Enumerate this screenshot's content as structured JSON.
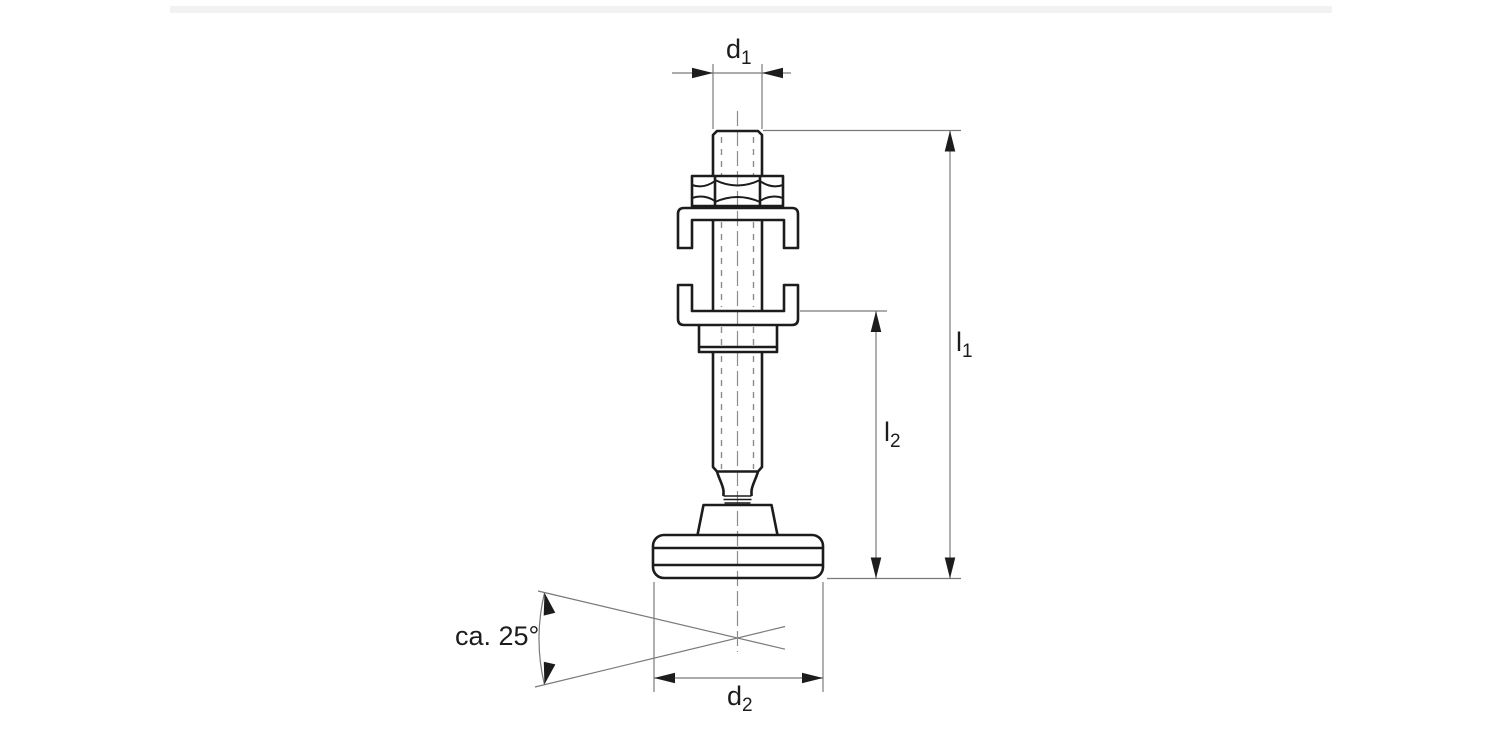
{
  "drawing": {
    "labels": {
      "d1": {
        "main": "d",
        "sub": "1"
      },
      "l1": {
        "main": "l",
        "sub": "1"
      },
      "l2": {
        "main": "l",
        "sub": "2"
      },
      "d2": {
        "main": "d",
        "sub": "2"
      },
      "angle": "ca. 25°"
    },
    "colors": {
      "outline": "#1c1c1c",
      "thin_line": "#7a7a7a",
      "dashed_line": "#8c8c8c",
      "text": "#1c1c1c",
      "top_bar": "#f2f2f2",
      "background": "#ffffff"
    }
  }
}
